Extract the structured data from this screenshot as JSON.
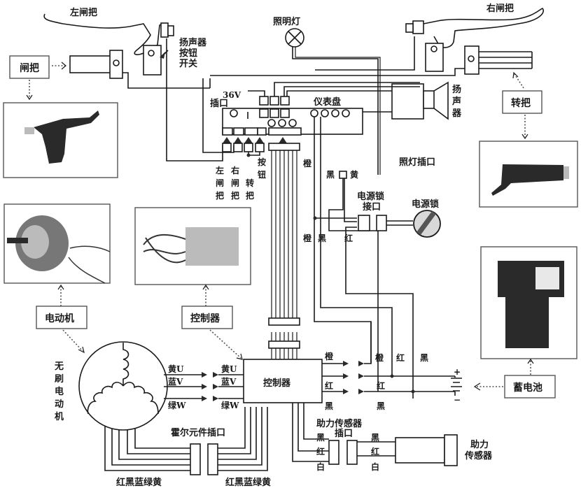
{
  "title": "电动自行车电气接线图",
  "handlebar": {
    "left_brake": "左闸把",
    "right_brake": "右闸把",
    "horn_button_switch": [
      "扬声器",
      "按钮",
      "开关"
    ],
    "headlight": "照明灯",
    "horn": [
      "扬",
      "声",
      "器"
    ],
    "dashboard": "仪表盘",
    "socket_36v_label": "36V",
    "socket_label": "插口",
    "headlight_socket": "照灯插口"
  },
  "connector_labels": {
    "left_brake": [
      "左",
      "闸",
      "把"
    ],
    "right_brake": [
      "右",
      "闸",
      "把"
    ],
    "throttle": [
      "转",
      "把"
    ],
    "button": [
      "按",
      "钮"
    ]
  },
  "wire_colors": {
    "orange": "橙",
    "black": "黑",
    "yellow": "黄",
    "red": "红",
    "white": "白",
    "orange_black": [
      "橙",
      "黑"
    ]
  },
  "power_lock": {
    "interface": [
      "电源锁",
      "接口"
    ],
    "lock": "电源锁"
  },
  "callouts": {
    "brake": "闸把",
    "throttle": "转把",
    "motor": "电动机",
    "controller": "控制器",
    "battery": "蓄电池"
  },
  "motor": {
    "label": [
      "无",
      "刷",
      "电",
      "动",
      "机"
    ],
    "phases_motor": [
      "黄U",
      "蓝V",
      "绿W"
    ],
    "phases_controller": [
      "黄U",
      "蓝V",
      "绿W"
    ]
  },
  "controller": {
    "label": "控制器",
    "outputs": [
      "橙",
      "红",
      "黑"
    ],
    "inputs_right": [
      "红",
      "黑"
    ]
  },
  "hall": {
    "label": "霍尔元件插口",
    "colors_left": "红黑蓝绿黄",
    "colors_right": "红黑蓝绿黄"
  },
  "assist_sensor": {
    "socket_label": [
      "助力传感器",
      "插口"
    ],
    "wires_left": [
      "黑",
      "红",
      "白"
    ],
    "wires_right": [
      "黑",
      "红",
      "白"
    ],
    "sensor_label": [
      "助力",
      "传感器"
    ]
  },
  "battery": {
    "plus": "+",
    "minus": "−",
    "wire_labels": [
      "橙",
      "红",
      "黑"
    ]
  }
}
